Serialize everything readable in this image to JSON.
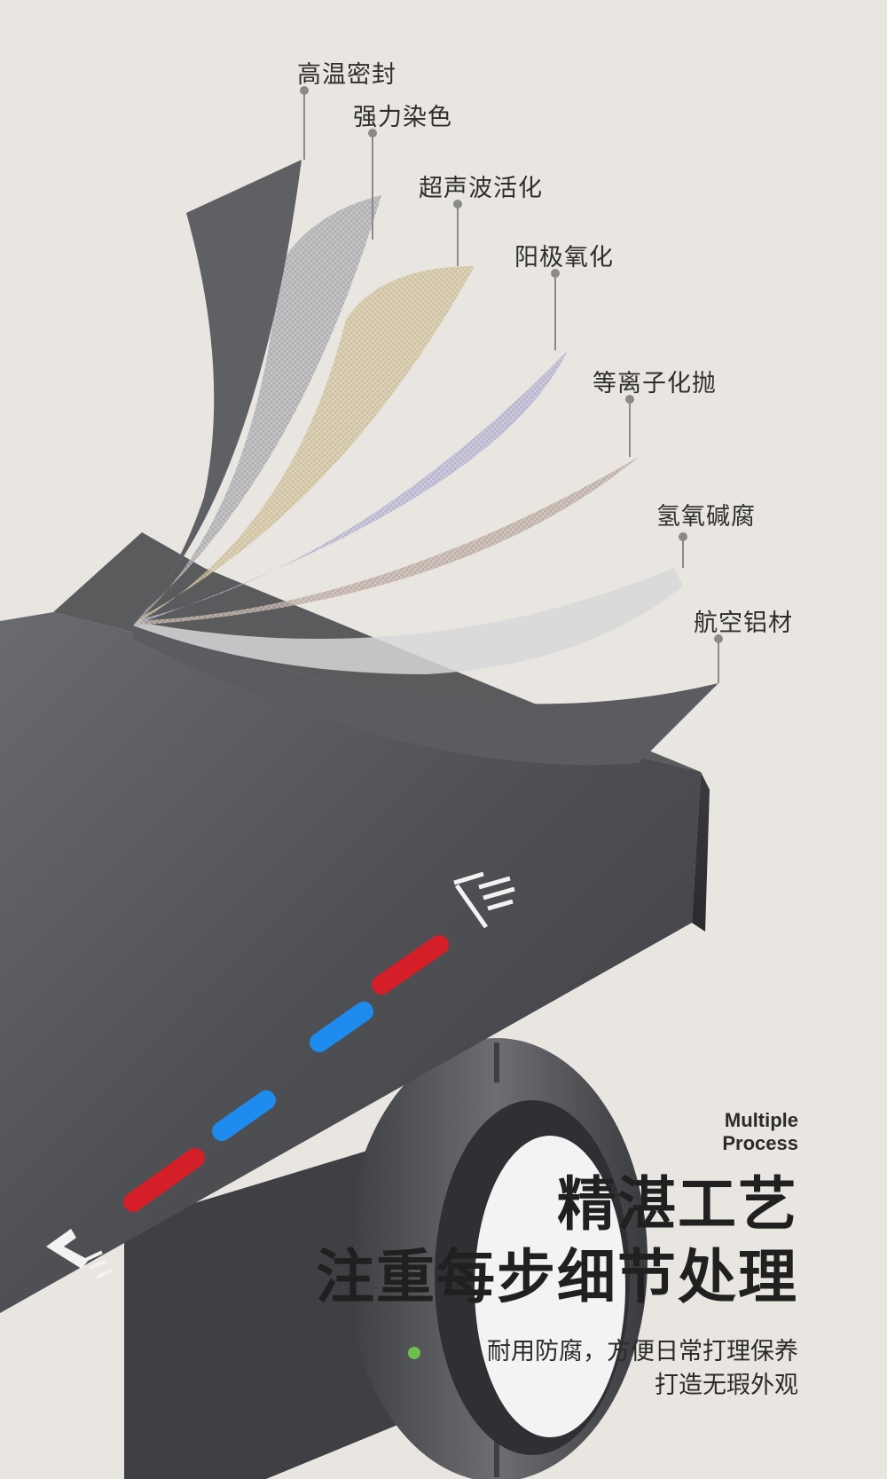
{
  "layers": [
    {
      "label": "高温密封"
    },
    {
      "label": "强力染色"
    },
    {
      "label": "超声波活化"
    },
    {
      "label": "阳极氧化"
    },
    {
      "label": "等离子化抛"
    },
    {
      "label": "氢氧碱腐"
    },
    {
      "label": "航空铝材"
    }
  ],
  "headline": {
    "en_line1": "Multiple",
    "en_line2": "Process",
    "title_line1": "精湛工艺",
    "title_line2": "注重每步细节处理",
    "subtitle_line1": "耐用防腐，方便日常打理保养",
    "subtitle_line2": "打造无瑕外观"
  },
  "colors": {
    "hot": "#d41f28",
    "cold": "#1e8bef",
    "accent_dot": "#6cc04a",
    "metal": "#55565a"
  },
  "icons": [
    "shower-icon",
    "faucet-icon"
  ]
}
